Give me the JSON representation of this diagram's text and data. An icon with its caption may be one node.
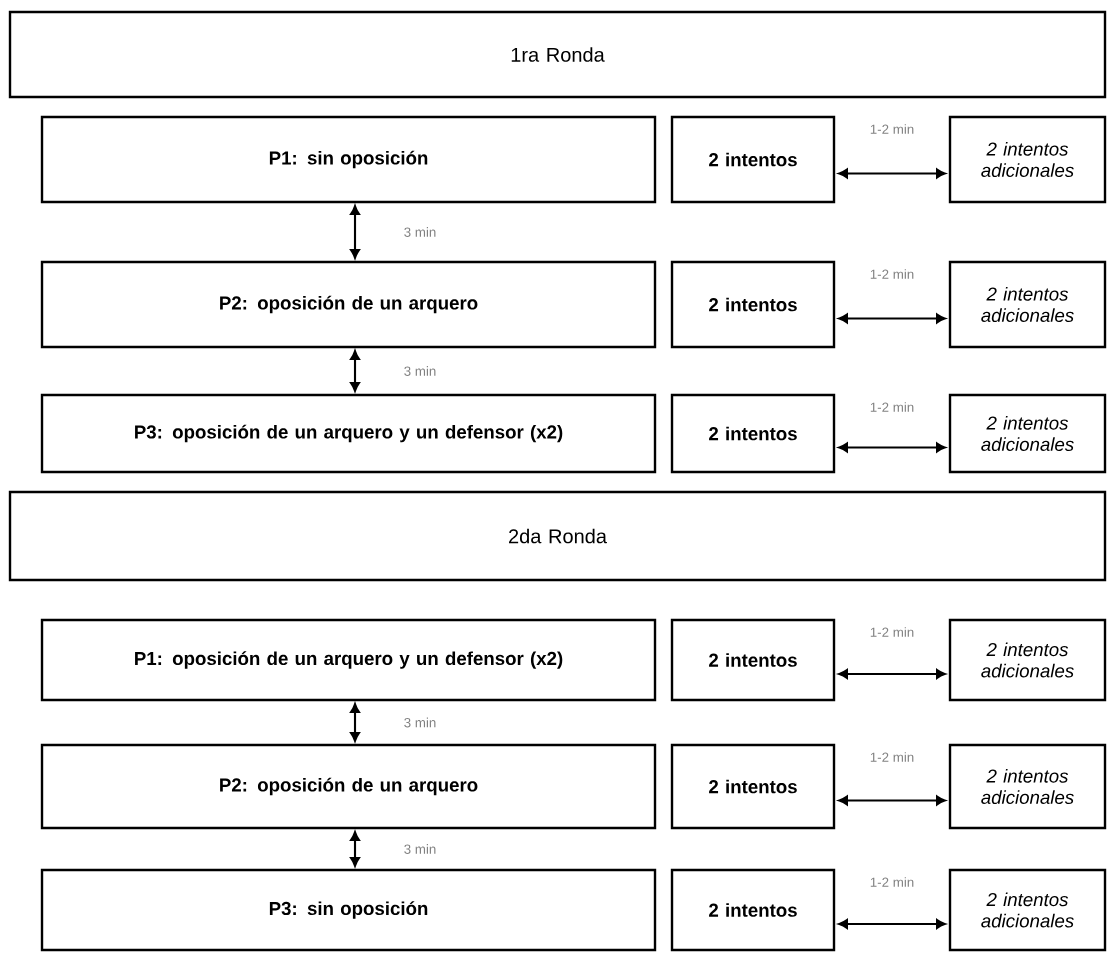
{
  "diagram": {
    "nodes": [
      {
        "text": [
          "1ra Ronda"
        ]
      },
      {
        "text": [
          "P1: sin oposición"
        ]
      },
      {
        "text": [
          "2 intentos"
        ]
      },
      {
        "text": [
          "2 intentos adicionales"
        ]
      },
      {
        "text": [
          "P2: oposición de un arquero"
        ]
      },
      {
        "text": [
          "2 intentos"
        ]
      },
      {
        "text": [
          "2 intentos adicionales"
        ]
      },
      {
        "text": [
          "P3: oposición de un arquero y un defensor (x2)"
        ]
      },
      {
        "text": [
          "2 intentos"
        ]
      },
      {
        "text": [
          "2 intentos adicionales"
        ]
      },
      {
        "text": [
          "2da Ronda"
        ]
      },
      {
        "text": [
          "P1: oposición de un arquero y un defensor (x2)"
        ]
      },
      {
        "text": [
          "2 intentos"
        ]
      },
      {
        "text": [
          "2 intentos adicionales"
        ]
      },
      {
        "text": [
          "P2: oposición de un arquero"
        ]
      },
      {
        "text": [
          "2 intentos"
        ]
      },
      {
        "text": [
          "2 intentos adicionales"
        ]
      },
      {
        "text": [
          "P3: sin oposición"
        ]
      },
      {
        "text": [
          "2 intentos"
        ]
      },
      {
        "text": [
          "2 intentos adicionales"
        ]
      }
    ],
    "edges": [
      {
        "from": 2,
        "to": 3,
        "arrow": "both",
        "label": "1-2 min"
      },
      {
        "from": 1,
        "to": 4,
        "arrow": "both",
        "label": "3 min"
      },
      {
        "from": 5,
        "to": 6,
        "arrow": "both",
        "label": "1-2 min"
      },
      {
        "from": 4,
        "to": 7,
        "arrow": "both",
        "label": "3 min"
      },
      {
        "from": 8,
        "to": 9,
        "arrow": "both",
        "label": "1-2 min"
      },
      {
        "from": 12,
        "to": 13,
        "arrow": "both",
        "label": "1-2 min"
      },
      {
        "from": 11,
        "to": 14,
        "arrow": "both",
        "label": "3 min"
      },
      {
        "from": 15,
        "to": 16,
        "arrow": "both",
        "label": "1-2 min"
      },
      {
        "from": 14,
        "to": 17,
        "arrow": "both",
        "label": "3 min"
      },
      {
        "from": 18,
        "to": 19,
        "arrow": "both",
        "label": "1-2 min"
      }
    ]
  }
}
